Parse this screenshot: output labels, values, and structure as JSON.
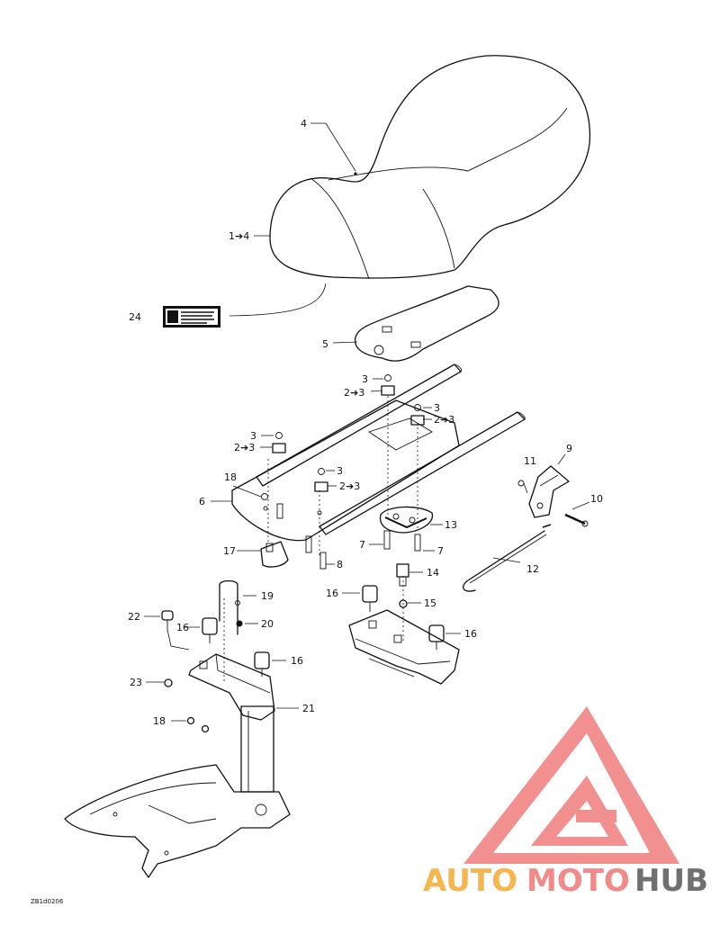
{
  "drawing_code": "ZB1d0206",
  "watermark": {
    "letters": [
      "AUTO",
      "MOTO",
      "HUB"
    ],
    "colors": {
      "auto": "#f5b64f",
      "moto": "#f28a8a",
      "hub": "#707070",
      "logo": "#f28a8a"
    }
  },
  "callouts": {
    "c1_4": "1➔4",
    "c2_3a": "2➔3",
    "c2_3b": "2➔3",
    "c2_3c": "2➔3",
    "c2_3d": "2➔3",
    "c3a": "3",
    "c3b": "3",
    "c3c": "3",
    "c3d": "3",
    "c4": "4",
    "c5": "5",
    "c6": "6",
    "c7a": "7",
    "c7b": "7",
    "c8": "8",
    "c9": "9",
    "c10": "10",
    "c11": "11",
    "c12": "12",
    "c13": "13",
    "c14": "14",
    "c15": "15",
    "c16a": "16",
    "c16b": "16",
    "c16c": "16",
    "c16d": "16",
    "c17": "17",
    "c18a": "18",
    "c18b": "18",
    "c19": "19",
    "c20": "20",
    "c21": "21",
    "c22": "22",
    "c23": "23",
    "c24": "24"
  }
}
